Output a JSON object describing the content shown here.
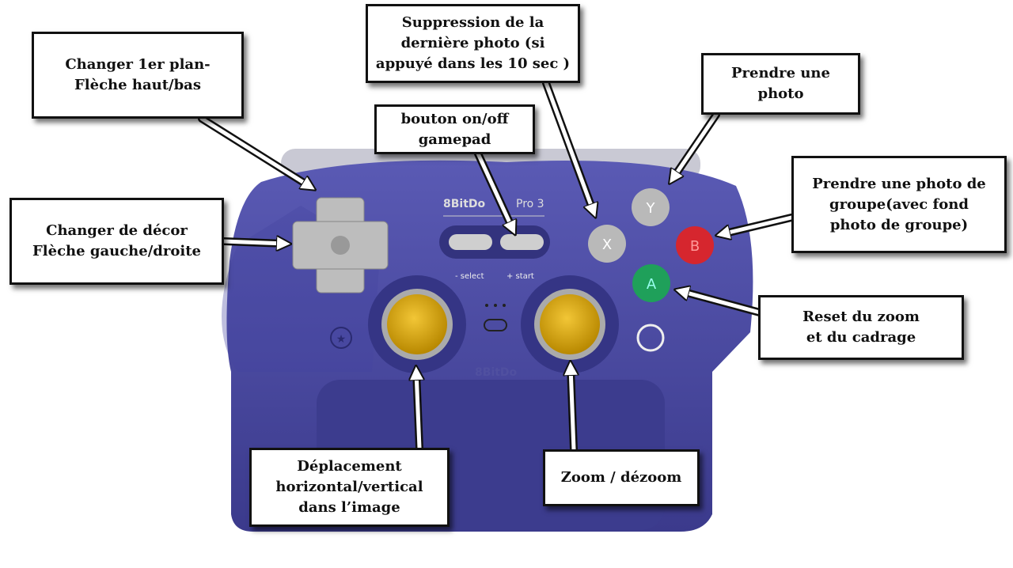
{
  "controller": {
    "brand": "8BitDo",
    "model": "Pro 3",
    "select_label": "- select",
    "start_label": "+ start",
    "buttons": {
      "x": "X",
      "y": "Y",
      "a": "A",
      "b": "B"
    },
    "colors": {
      "body": "#4b4aa3",
      "stick": "#d9a400",
      "button_a": "#1fa05a",
      "button_b": "#d6262e",
      "button_xy": "#b9b9b9"
    }
  },
  "annotations": [
    {
      "id": "foreground",
      "lines": [
        "Changer 1er plan-",
        "Flèche haut/bas"
      ]
    },
    {
      "id": "delete-photo",
      "lines": [
        "Suppression de la",
        "dernière photo (si",
        "appuyé dans les 10 sec )"
      ]
    },
    {
      "id": "power",
      "lines": [
        "bouton on/off",
        "gamepad"
      ]
    },
    {
      "id": "take-photo",
      "lines": [
        "Prendre une",
        "photo"
      ]
    },
    {
      "id": "group-photo",
      "lines": [
        "Prendre une photo de",
        "groupe(avec fond",
        "photo de groupe)"
      ]
    },
    {
      "id": "background",
      "lines": [
        "Changer de décor",
        "Flèche gauche/droite"
      ]
    },
    {
      "id": "reset-zoom",
      "lines": [
        "Reset du zoom",
        "et du cadrage"
      ]
    },
    {
      "id": "move",
      "lines": [
        "Déplacement",
        "horizontal/vertical",
        "dans l’image"
      ]
    },
    {
      "id": "zoom",
      "lines": [
        "Zoom / dézoom"
      ]
    }
  ]
}
